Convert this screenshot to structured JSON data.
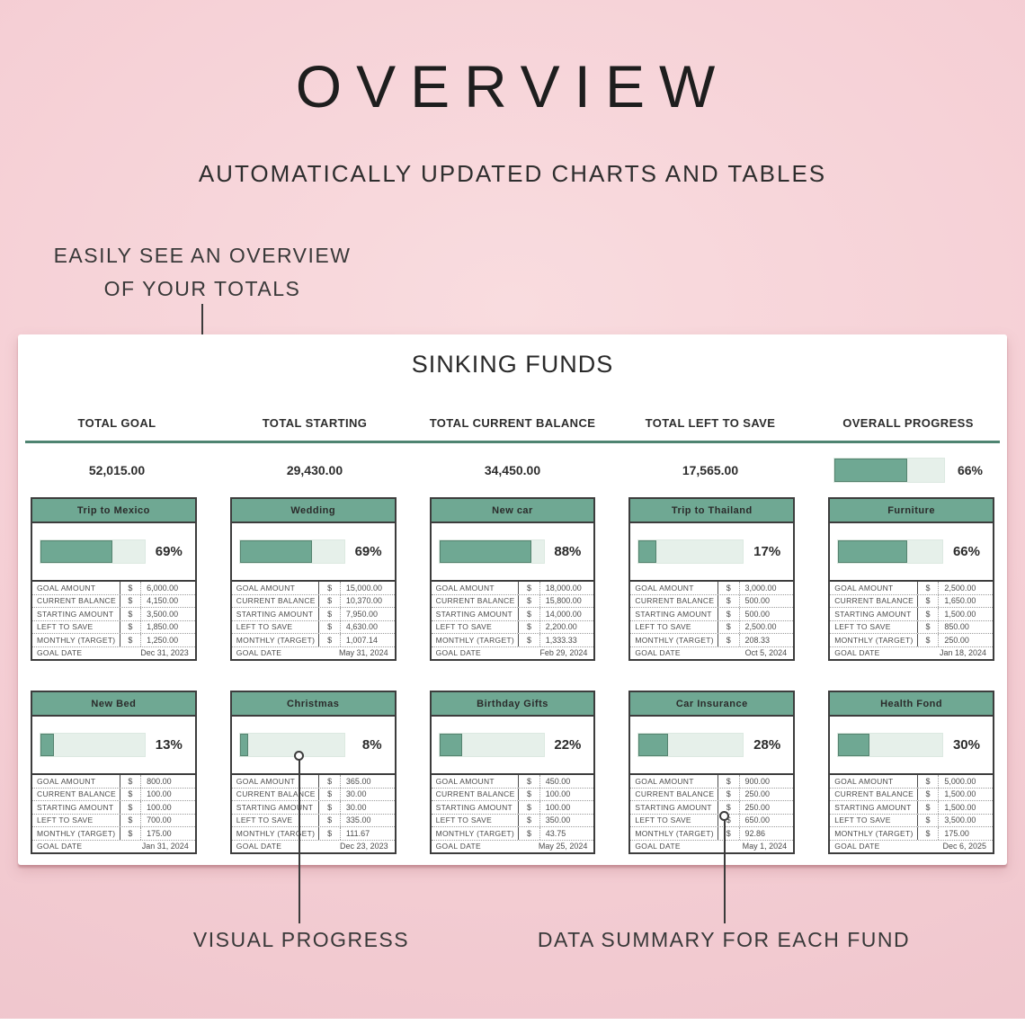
{
  "header": {
    "title": "OVERVIEW",
    "subtitle": "AUTOMATICALLY UPDATED CHARTS AND TABLES"
  },
  "annotations": {
    "totals_line1": "EASILY SEE AN OVERVIEW",
    "totals_line2": "OF YOUR TOTALS",
    "visual_progress": "VISUAL PROGRESS",
    "data_summary": "DATA SUMMARY FOR EACH FUND"
  },
  "sheet": {
    "title": "SINKING FUNDS",
    "currency_symbol": "$",
    "totals": [
      {
        "label": "TOTAL GOAL",
        "value": "52,015.00"
      },
      {
        "label": "TOTAL STARTING",
        "value": "29,430.00"
      },
      {
        "label": "TOTAL CURRENT BALANCE",
        "value": "34,450.00"
      },
      {
        "label": "TOTAL LEFT TO SAVE",
        "value": "17,565.00"
      }
    ],
    "overall": {
      "label": "OVERALL PROGRESS",
      "percent": 66,
      "percent_label": "66%"
    },
    "row_labels": [
      "GOAL AMOUNT",
      "CURRENT BALANCE",
      "STARTING AMOUNT",
      "LEFT TO SAVE",
      "MONTHLY (TARGET)",
      "GOAL DATE"
    ]
  },
  "funds": [
    {
      "name": "Trip to Mexico",
      "percent": 69,
      "percent_label": "69%",
      "goal_amount": "6,000.00",
      "current_balance": "4,150.00",
      "starting_amount": "3,500.00",
      "left_to_save": "1,850.00",
      "monthly_target": "1,250.00",
      "goal_date": "Dec 31, 2023"
    },
    {
      "name": "Wedding",
      "percent": 69,
      "percent_label": "69%",
      "goal_amount": "15,000.00",
      "current_balance": "10,370.00",
      "starting_amount": "7,950.00",
      "left_to_save": "4,630.00",
      "monthly_target": "1,007.14",
      "goal_date": "May 31, 2024"
    },
    {
      "name": "New car",
      "percent": 88,
      "percent_label": "88%",
      "goal_amount": "18,000.00",
      "current_balance": "15,800.00",
      "starting_amount": "14,000.00",
      "left_to_save": "2,200.00",
      "monthly_target": "1,333.33",
      "goal_date": "Feb 29, 2024"
    },
    {
      "name": "Trip to Thailand",
      "percent": 17,
      "percent_label": "17%",
      "goal_amount": "3,000.00",
      "current_balance": "500.00",
      "starting_amount": "500.00",
      "left_to_save": "2,500.00",
      "monthly_target": "208.33",
      "goal_date": "Oct 5, 2024"
    },
    {
      "name": "Furniture",
      "percent": 66,
      "percent_label": "66%",
      "goal_amount": "2,500.00",
      "current_balance": "1,650.00",
      "starting_amount": "1,500.00",
      "left_to_save": "850.00",
      "monthly_target": "250.00",
      "goal_date": "Jan 18, 2024"
    },
    {
      "name": "New Bed",
      "percent": 13,
      "percent_label": "13%",
      "goal_amount": "800.00",
      "current_balance": "100.00",
      "starting_amount": "100.00",
      "left_to_save": "700.00",
      "monthly_target": "175.00",
      "goal_date": "Jan 31, 2024"
    },
    {
      "name": "Christmas",
      "percent": 8,
      "percent_label": "8%",
      "goal_amount": "365.00",
      "current_balance": "30.00",
      "starting_amount": "30.00",
      "left_to_save": "335.00",
      "monthly_target": "111.67",
      "goal_date": "Dec 23, 2023"
    },
    {
      "name": "Birthday Gifts",
      "percent": 22,
      "percent_label": "22%",
      "goal_amount": "450.00",
      "current_balance": "100.00",
      "starting_amount": "100.00",
      "left_to_save": "350.00",
      "monthly_target": "43.75",
      "goal_date": "May 25, 2024"
    },
    {
      "name": "Car Insurance",
      "percent": 28,
      "percent_label": "28%",
      "goal_amount": "900.00",
      "current_balance": "250.00",
      "starting_amount": "250.00",
      "left_to_save": "650.00",
      "monthly_target": "92.86",
      "goal_date": "May 1, 2024"
    },
    {
      "name": "Health Fond",
      "percent": 30,
      "percent_label": "30%",
      "goal_amount": "5,000.00",
      "current_balance": "1,500.00",
      "starting_amount": "1,500.00",
      "left_to_save": "3,500.00",
      "monthly_target": "175.00",
      "goal_date": "Dec 6, 2025"
    }
  ],
  "colors": {
    "accent_green": "#6FA893",
    "track_green": "#E6F0EA",
    "divider_green": "#4E8471",
    "background_pink": "#F5CFD5",
    "text_dark": "#2D2D2D"
  }
}
